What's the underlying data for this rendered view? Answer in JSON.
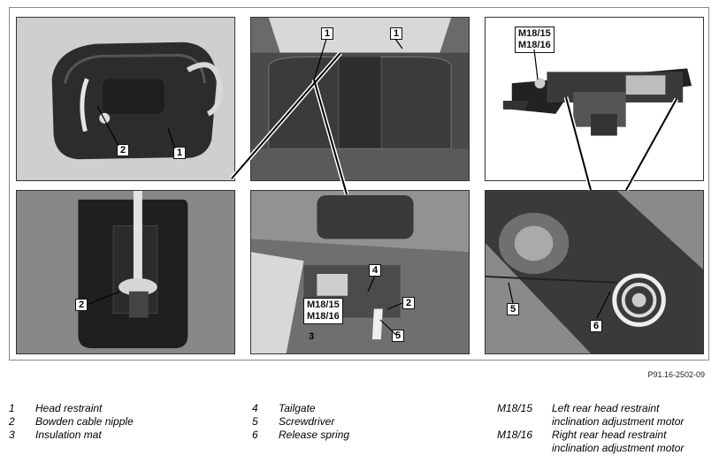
{
  "figure": {
    "id": "P91.16-2502-09",
    "panels": {
      "head_restraint": {
        "callouts": [
          "2",
          "1"
        ]
      },
      "rear_seat": {
        "callouts": [
          "1",
          "1"
        ]
      },
      "motor_unit": {
        "callouts": [
          "M18/15",
          "M18/16"
        ]
      },
      "cable_nipple": {
        "callouts": [
          "2"
        ]
      },
      "tailgate": {
        "callouts": [
          "4",
          "M18/15",
          "M18/16",
          "2",
          "3",
          "5"
        ]
      },
      "release_spring": {
        "callouts": [
          "5",
          "6"
        ]
      }
    }
  },
  "legend": {
    "col1": [
      {
        "num": "1",
        "text": "Head restraint"
      },
      {
        "num": "2",
        "text": "Bowden cable nipple"
      },
      {
        "num": "3",
        "text": "Insulation mat"
      }
    ],
    "col2": [
      {
        "num": "4",
        "text": "Tailgate"
      },
      {
        "num": "5",
        "text": "Screwdriver"
      },
      {
        "num": "6",
        "text": "Release spring"
      }
    ],
    "col3": [
      {
        "num": "M18/15",
        "text": "Left rear head restraint"
      },
      {
        "num": "",
        "text": "inclination adjustment motor"
      },
      {
        "num": "M18/16",
        "text": "Right rear head restraint"
      },
      {
        "num": "",
        "text": "inclination adjustment motor"
      }
    ]
  }
}
